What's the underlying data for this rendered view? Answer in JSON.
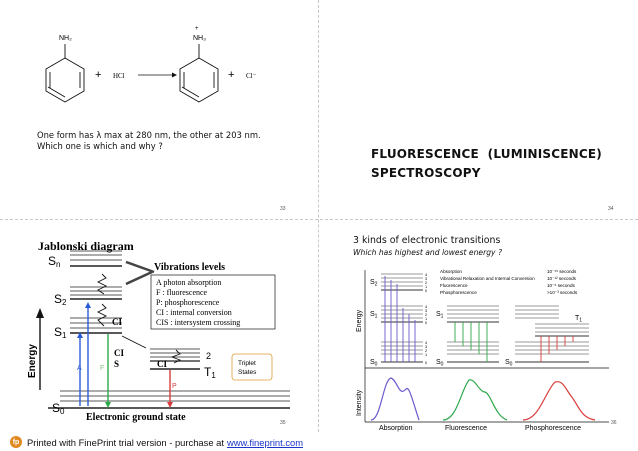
{
  "slide33": {
    "page": "33",
    "reaction": {
      "amine": "NH₂",
      "ammonium": "NH₃",
      "plus": "+",
      "reagent": "HCl",
      "counter_ion": "Cl⁻"
    },
    "line1": "One form has λ max at 280 nm, the other at 203 nm.",
    "line2": "Which one is which and why ?"
  },
  "slide34": {
    "page": "34",
    "title_line1": "FLUORESCENCE  (LUMINISCENCE)",
    "title_line2": "SPECTROSCOPY"
  },
  "slide35": {
    "page": "35",
    "title": "Jablonski diagram",
    "vib_label": "Vibrations levels",
    "legend": [
      "A photon absorption",
      "F : fluorescence",
      "P: phosphorescence",
      "CI : internal conversion",
      "CIS : intersystem crossing"
    ],
    "levels": {
      "sn": "S",
      "sn_sub": "n",
      "s2": "S",
      "s2_sub": "2",
      "s1": "S",
      "s1_sub": "1",
      "s0": "S",
      "s0_sub": "0",
      "t2": "2",
      "t1": "T",
      "t1_sub": "1"
    },
    "arrows": {
      "a": "A",
      "f": "F",
      "p": "P",
      "ci": "CI",
      "ci2": "CI",
      "s": "S",
      "ci3": "CI"
    },
    "energy_axis": "Energy",
    "triplet_line1": "Triplet",
    "triplet_line2": "States",
    "ground": "Electronic ground state"
  },
  "slide36": {
    "page": "36",
    "heading": "3 kinds of electronic transitions",
    "subheading": "Which has highest and lowest energy ?",
    "timescales": [
      {
        "label": "Absorption",
        "time": "10⁻¹⁵ seconds"
      },
      {
        "label": "Vibrational Relaxation and Internal Conversion",
        "time": "10⁻¹² seconds"
      },
      {
        "label": "Fluorescence",
        "time": "10⁻⁶ seconds"
      },
      {
        "label": "Phosphorescence",
        "time": ">10⁻³ seconds"
      }
    ],
    "energy_axis": "Energy",
    "intensity_axis": "Intensity",
    "state_labels": {
      "s2": "S",
      "s2_sub": "2",
      "s1": "S",
      "s1_sub": "1",
      "s0": "S",
      "s0_sub": "0",
      "t1": "T",
      "t1_sub": "1"
    },
    "vib_numbers": [
      "4",
      "3",
      "2",
      "1",
      "0"
    ],
    "captions": [
      "Absorption",
      "Fluorescence",
      "Phosphorescence"
    ],
    "colors": {
      "absorption": "#6a5acd",
      "fluorescence": "#2ca84a",
      "phosphorescence": "#d93c3c"
    }
  },
  "footer": {
    "icon": "fp",
    "text": "Printed with FinePrint trial version - purchase at",
    "link": "www.fineprint.com"
  }
}
